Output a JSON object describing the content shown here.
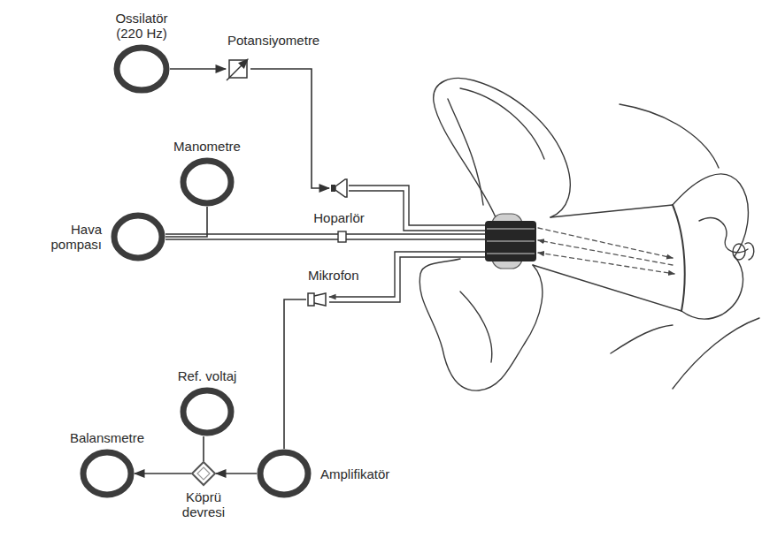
{
  "diagram": {
    "nodes": [
      {
        "text": [
          "Ossilatör (220 Hz)"
        ]
      },
      {
        "text": [
          "Potansiyometre"
        ]
      },
      {
        "text": [
          "Manometre"
        ]
      },
      {
        "text": [
          "Hava pompası"
        ]
      },
      {
        "text": [
          "Hoparlör"
        ]
      },
      {
        "text": [
          "Mikrofon"
        ]
      },
      {
        "text": [
          "Ref. voltaj"
        ]
      },
      {
        "text": [
          "Balansmetre"
        ]
      },
      {
        "text": [
          "Köprü devresi"
        ]
      },
      {
        "text": [
          "Amplifikatör"
        ]
      }
    ],
    "edges": [
      {
        "from": 0,
        "to": 1,
        "arrow": "to"
      },
      {
        "from": 1,
        "to": 4,
        "arrow": "to"
      },
      {
        "from": 2,
        "to": 3,
        "arrow": "none"
      },
      {
        "from": 5,
        "to": 9,
        "arrow": "none"
      },
      {
        "from": 9,
        "to": 8,
        "arrow": "to"
      },
      {
        "from": 8,
        "to": 7,
        "arrow": "to"
      },
      {
        "from": 6,
        "to": 8,
        "arrow": "none"
      }
    ]
  }
}
